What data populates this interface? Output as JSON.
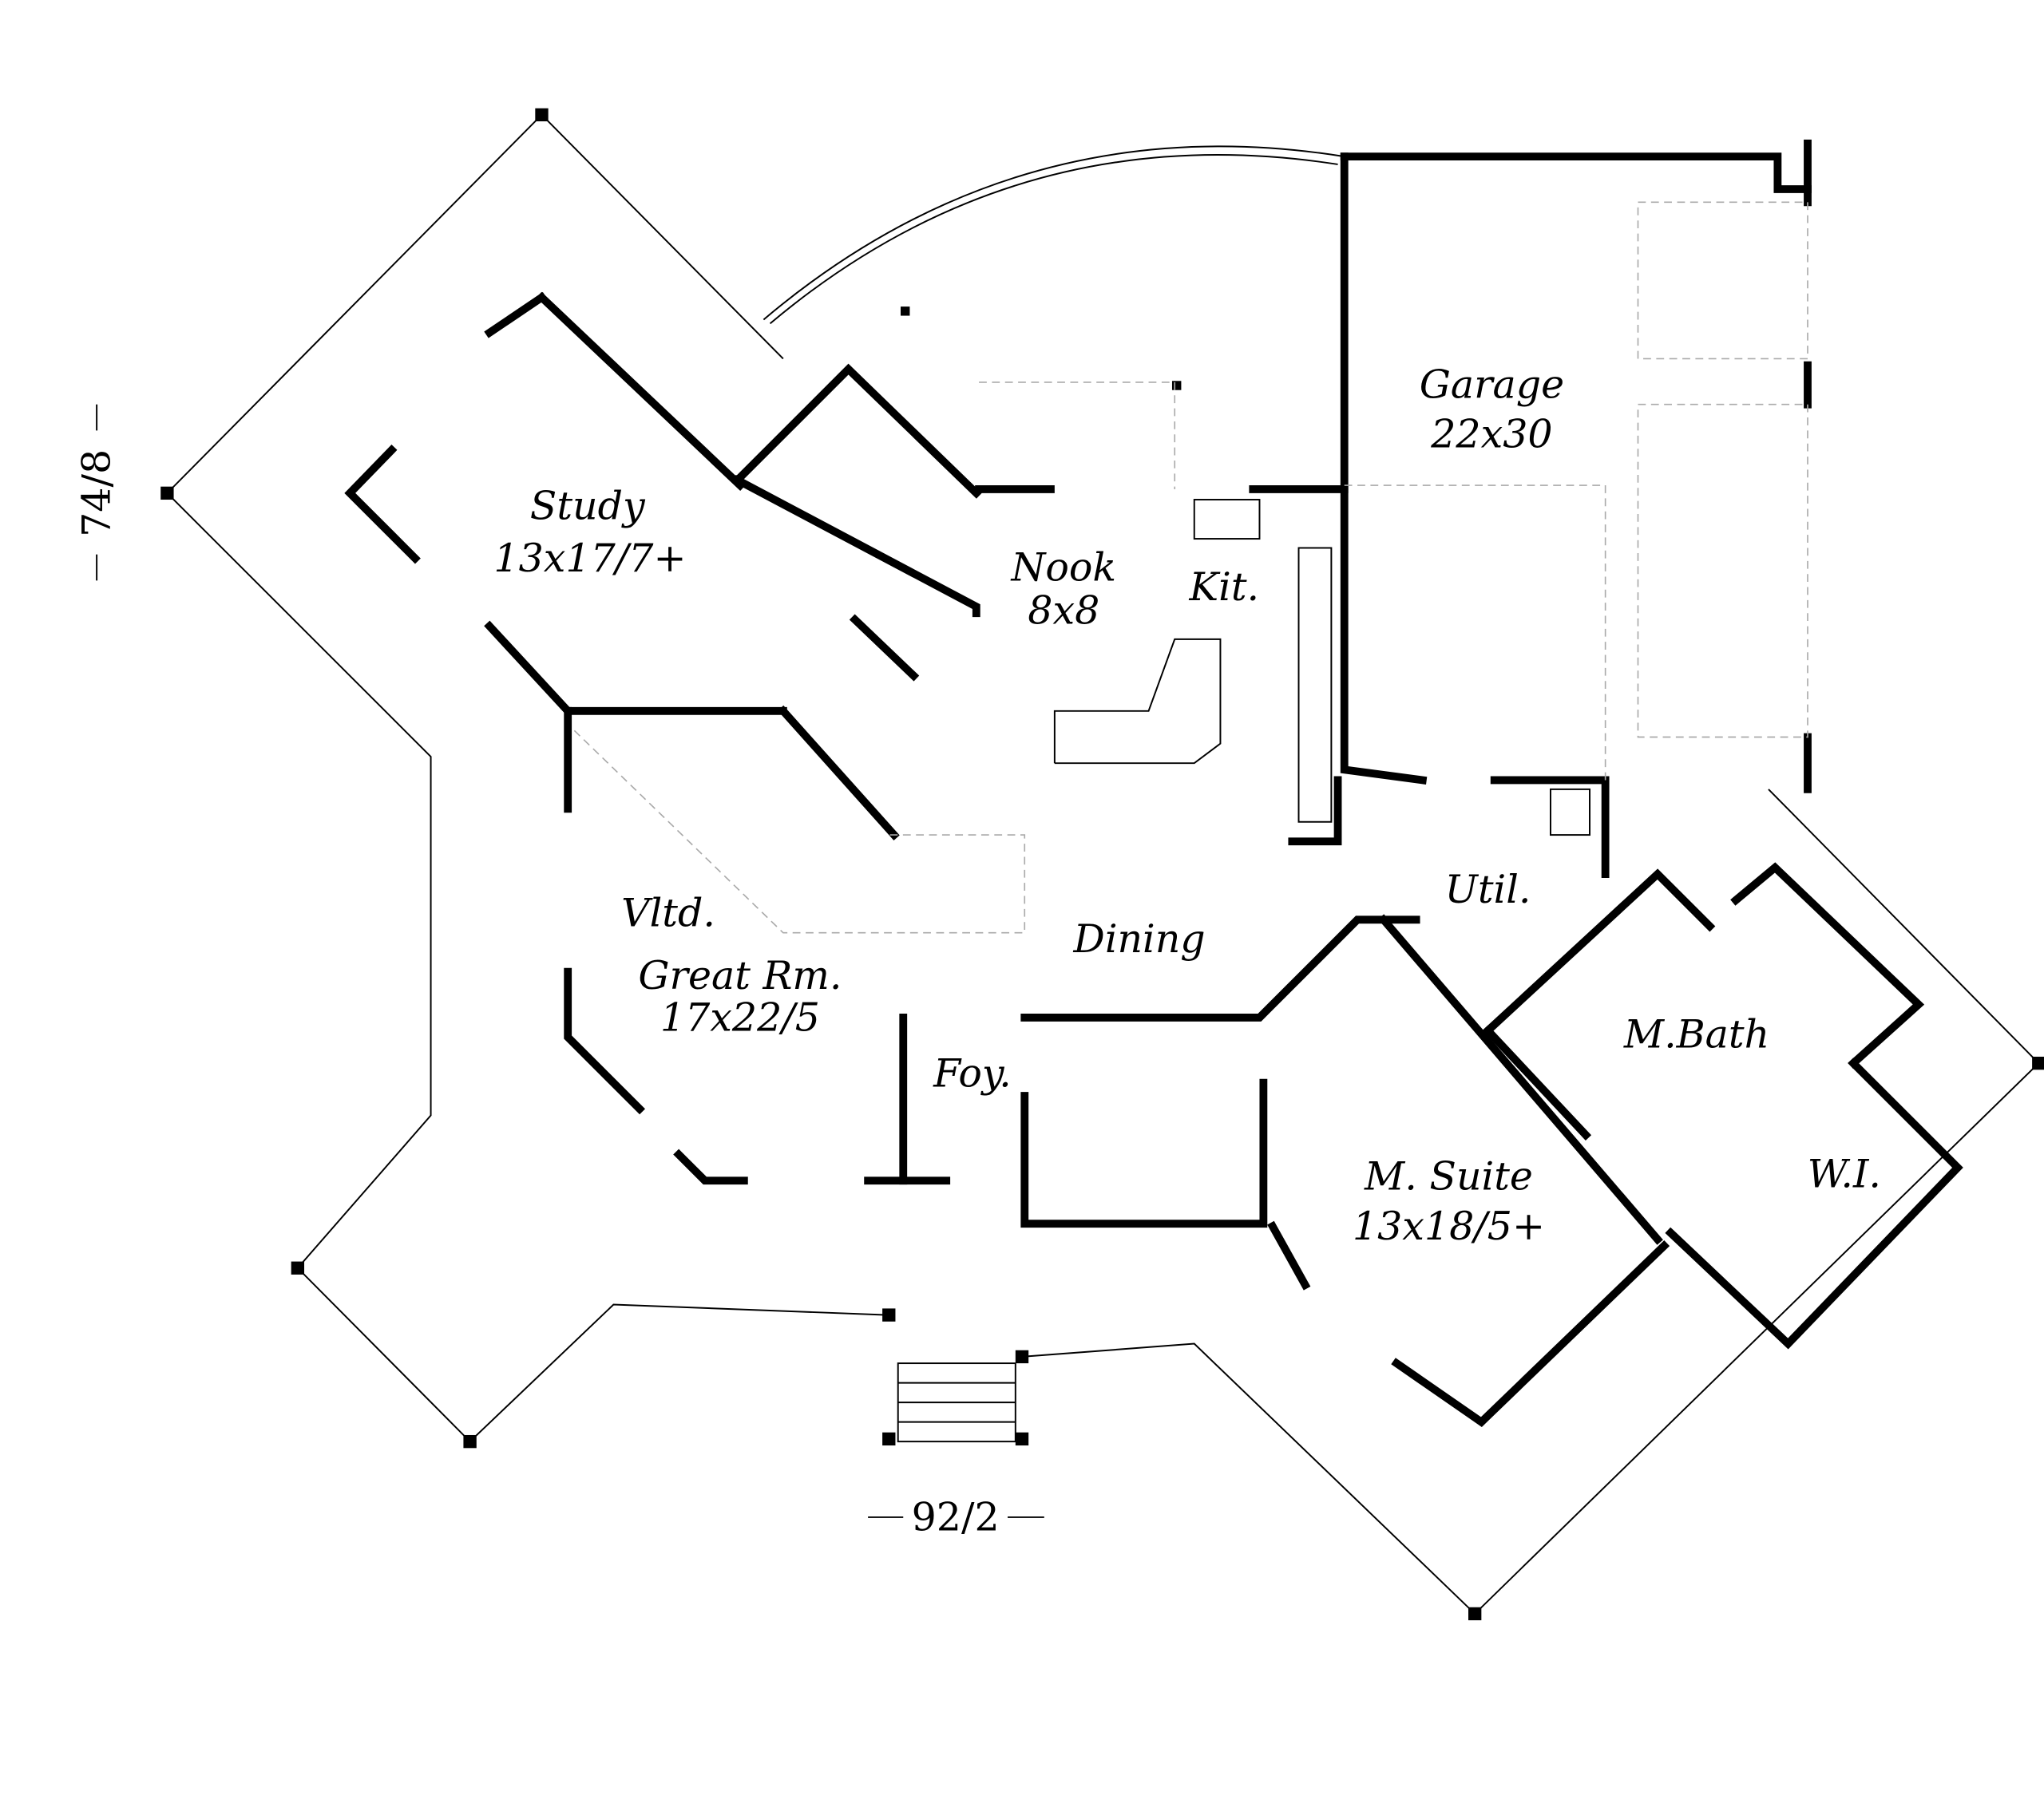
{
  "rooms": {
    "study": {
      "name": "Study",
      "size": "13x17/7+"
    },
    "nook": {
      "name": "Nook",
      "size": "8x8"
    },
    "kitchen": {
      "name": "Kit."
    },
    "garage": {
      "name": "Garage",
      "size": "22x30"
    },
    "utility": {
      "name": "Util."
    },
    "dining": {
      "name": "Dining"
    },
    "great_room": {
      "prefix": "Vltd.",
      "name": "Great Rm.",
      "size": "17x22/5"
    },
    "foyer": {
      "name": "Foy."
    },
    "master_bath": {
      "name": "M.Bath"
    },
    "master_suite": {
      "name": "M. Suite",
      "size": "13x18/5+"
    },
    "walk_in": {
      "name": "W.I."
    }
  },
  "dimensions": {
    "depth": "74/8",
    "width": "92/2"
  }
}
